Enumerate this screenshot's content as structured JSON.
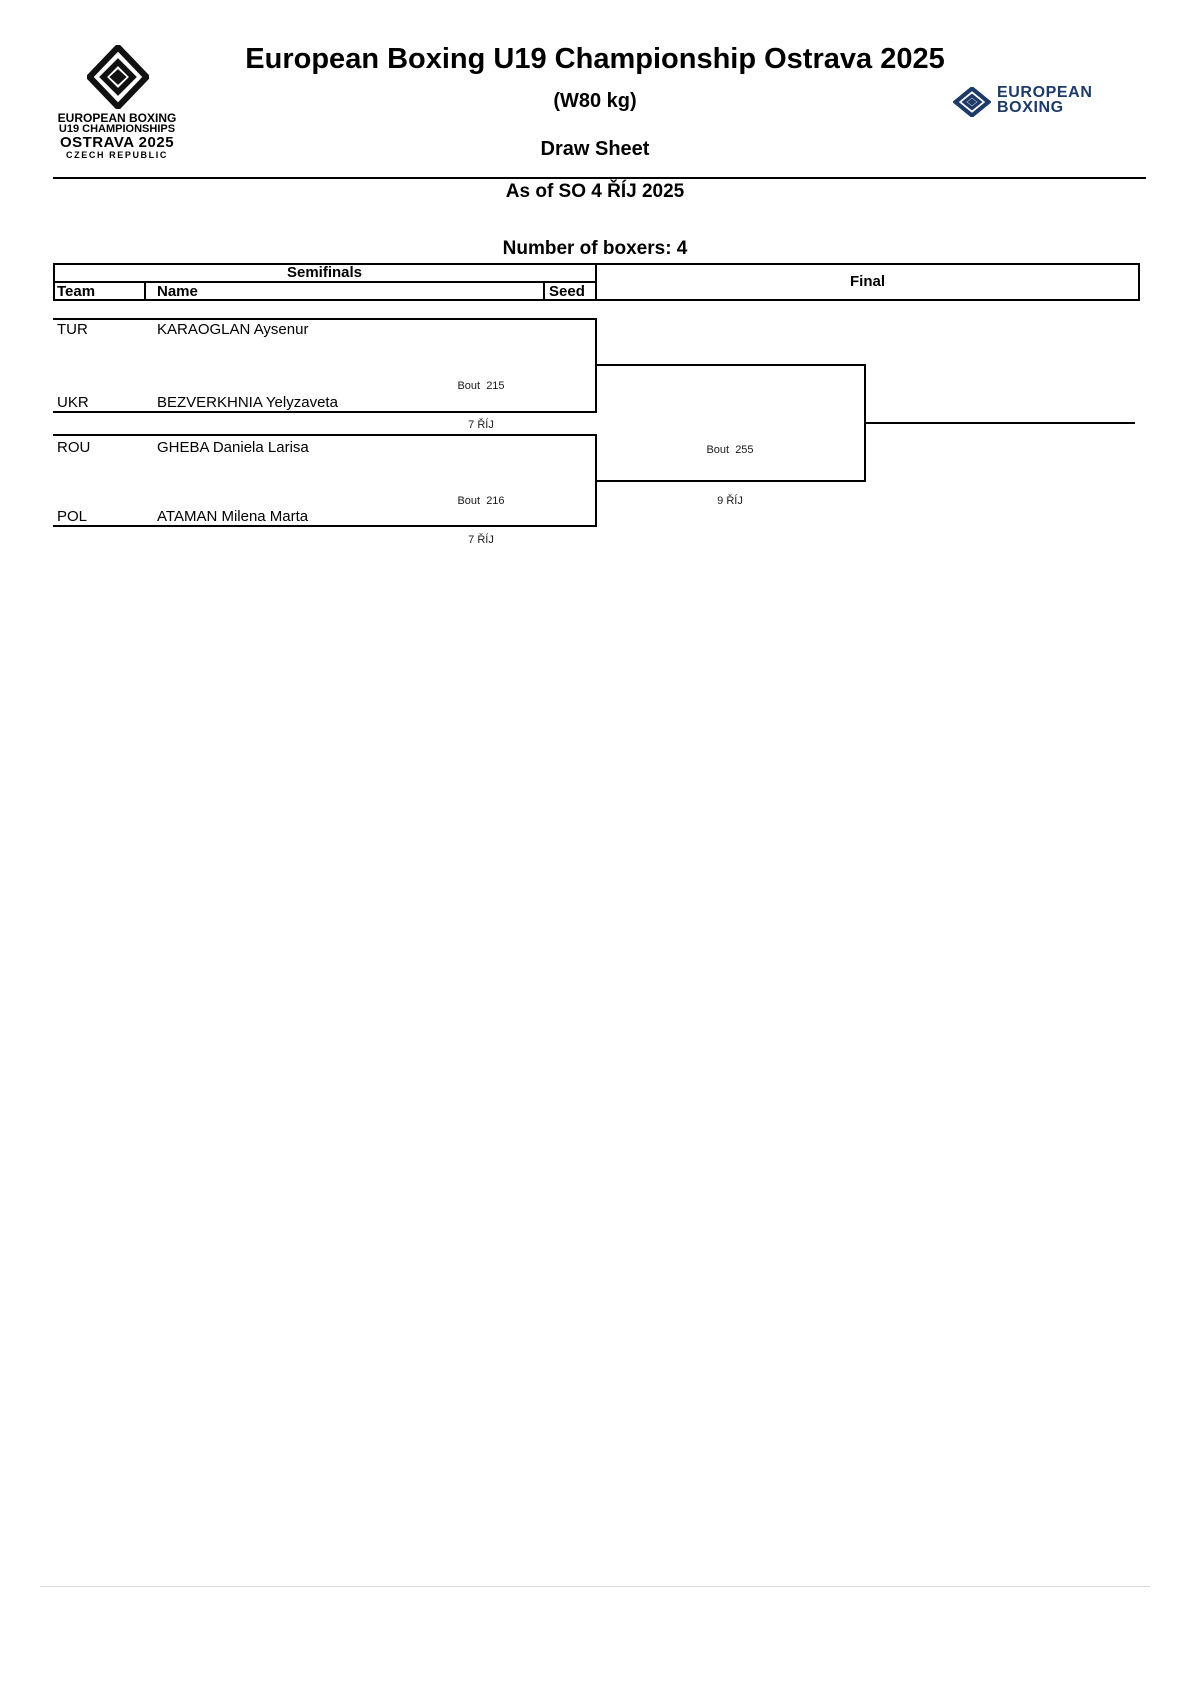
{
  "page": {
    "title": "European Boxing U19 Championship Ostrava 2025",
    "weight_class": "(W80 kg)",
    "sheet_type": "Draw Sheet",
    "as_of": "As of SO 4 ŘÍJ 2025",
    "boxer_count": "Number of boxers: 4"
  },
  "logo_left": {
    "line1": "EUROPEAN BOXING",
    "line2": "U19 CHAMPIONSHIPS",
    "line3": "OSTRAVA 2025",
    "line4": "CZECH REPUBLIC",
    "icon": "gem-diamond-icon",
    "color": "#111111"
  },
  "logo_right": {
    "line1": "EUROPEAN",
    "line2": "BOXING",
    "icon": "gem-diamond-icon",
    "color": "#1e3a66"
  },
  "table": {
    "round1": "Semifinals",
    "round2": "Final",
    "col_team": "Team",
    "col_name": "Name",
    "col_seed": "Seed"
  },
  "bracket": {
    "sf1": {
      "team1": "TUR",
      "name1": "KARAOGLAN Aysenur",
      "team2": "UKR",
      "name2": "BEZVERKHNIA Yelyzaveta",
      "bout": "Bout  215",
      "date": "7 ŘÍJ"
    },
    "sf2": {
      "team1": "ROU",
      "name1": "GHEBA Daniela Larisa",
      "team2": "POL",
      "name2": "ATAMAN Milena Marta",
      "bout": "Bout  216",
      "date": "7 ŘÍJ"
    },
    "final": {
      "bout": "Bout  255",
      "date": "9 ŘÍJ"
    }
  }
}
